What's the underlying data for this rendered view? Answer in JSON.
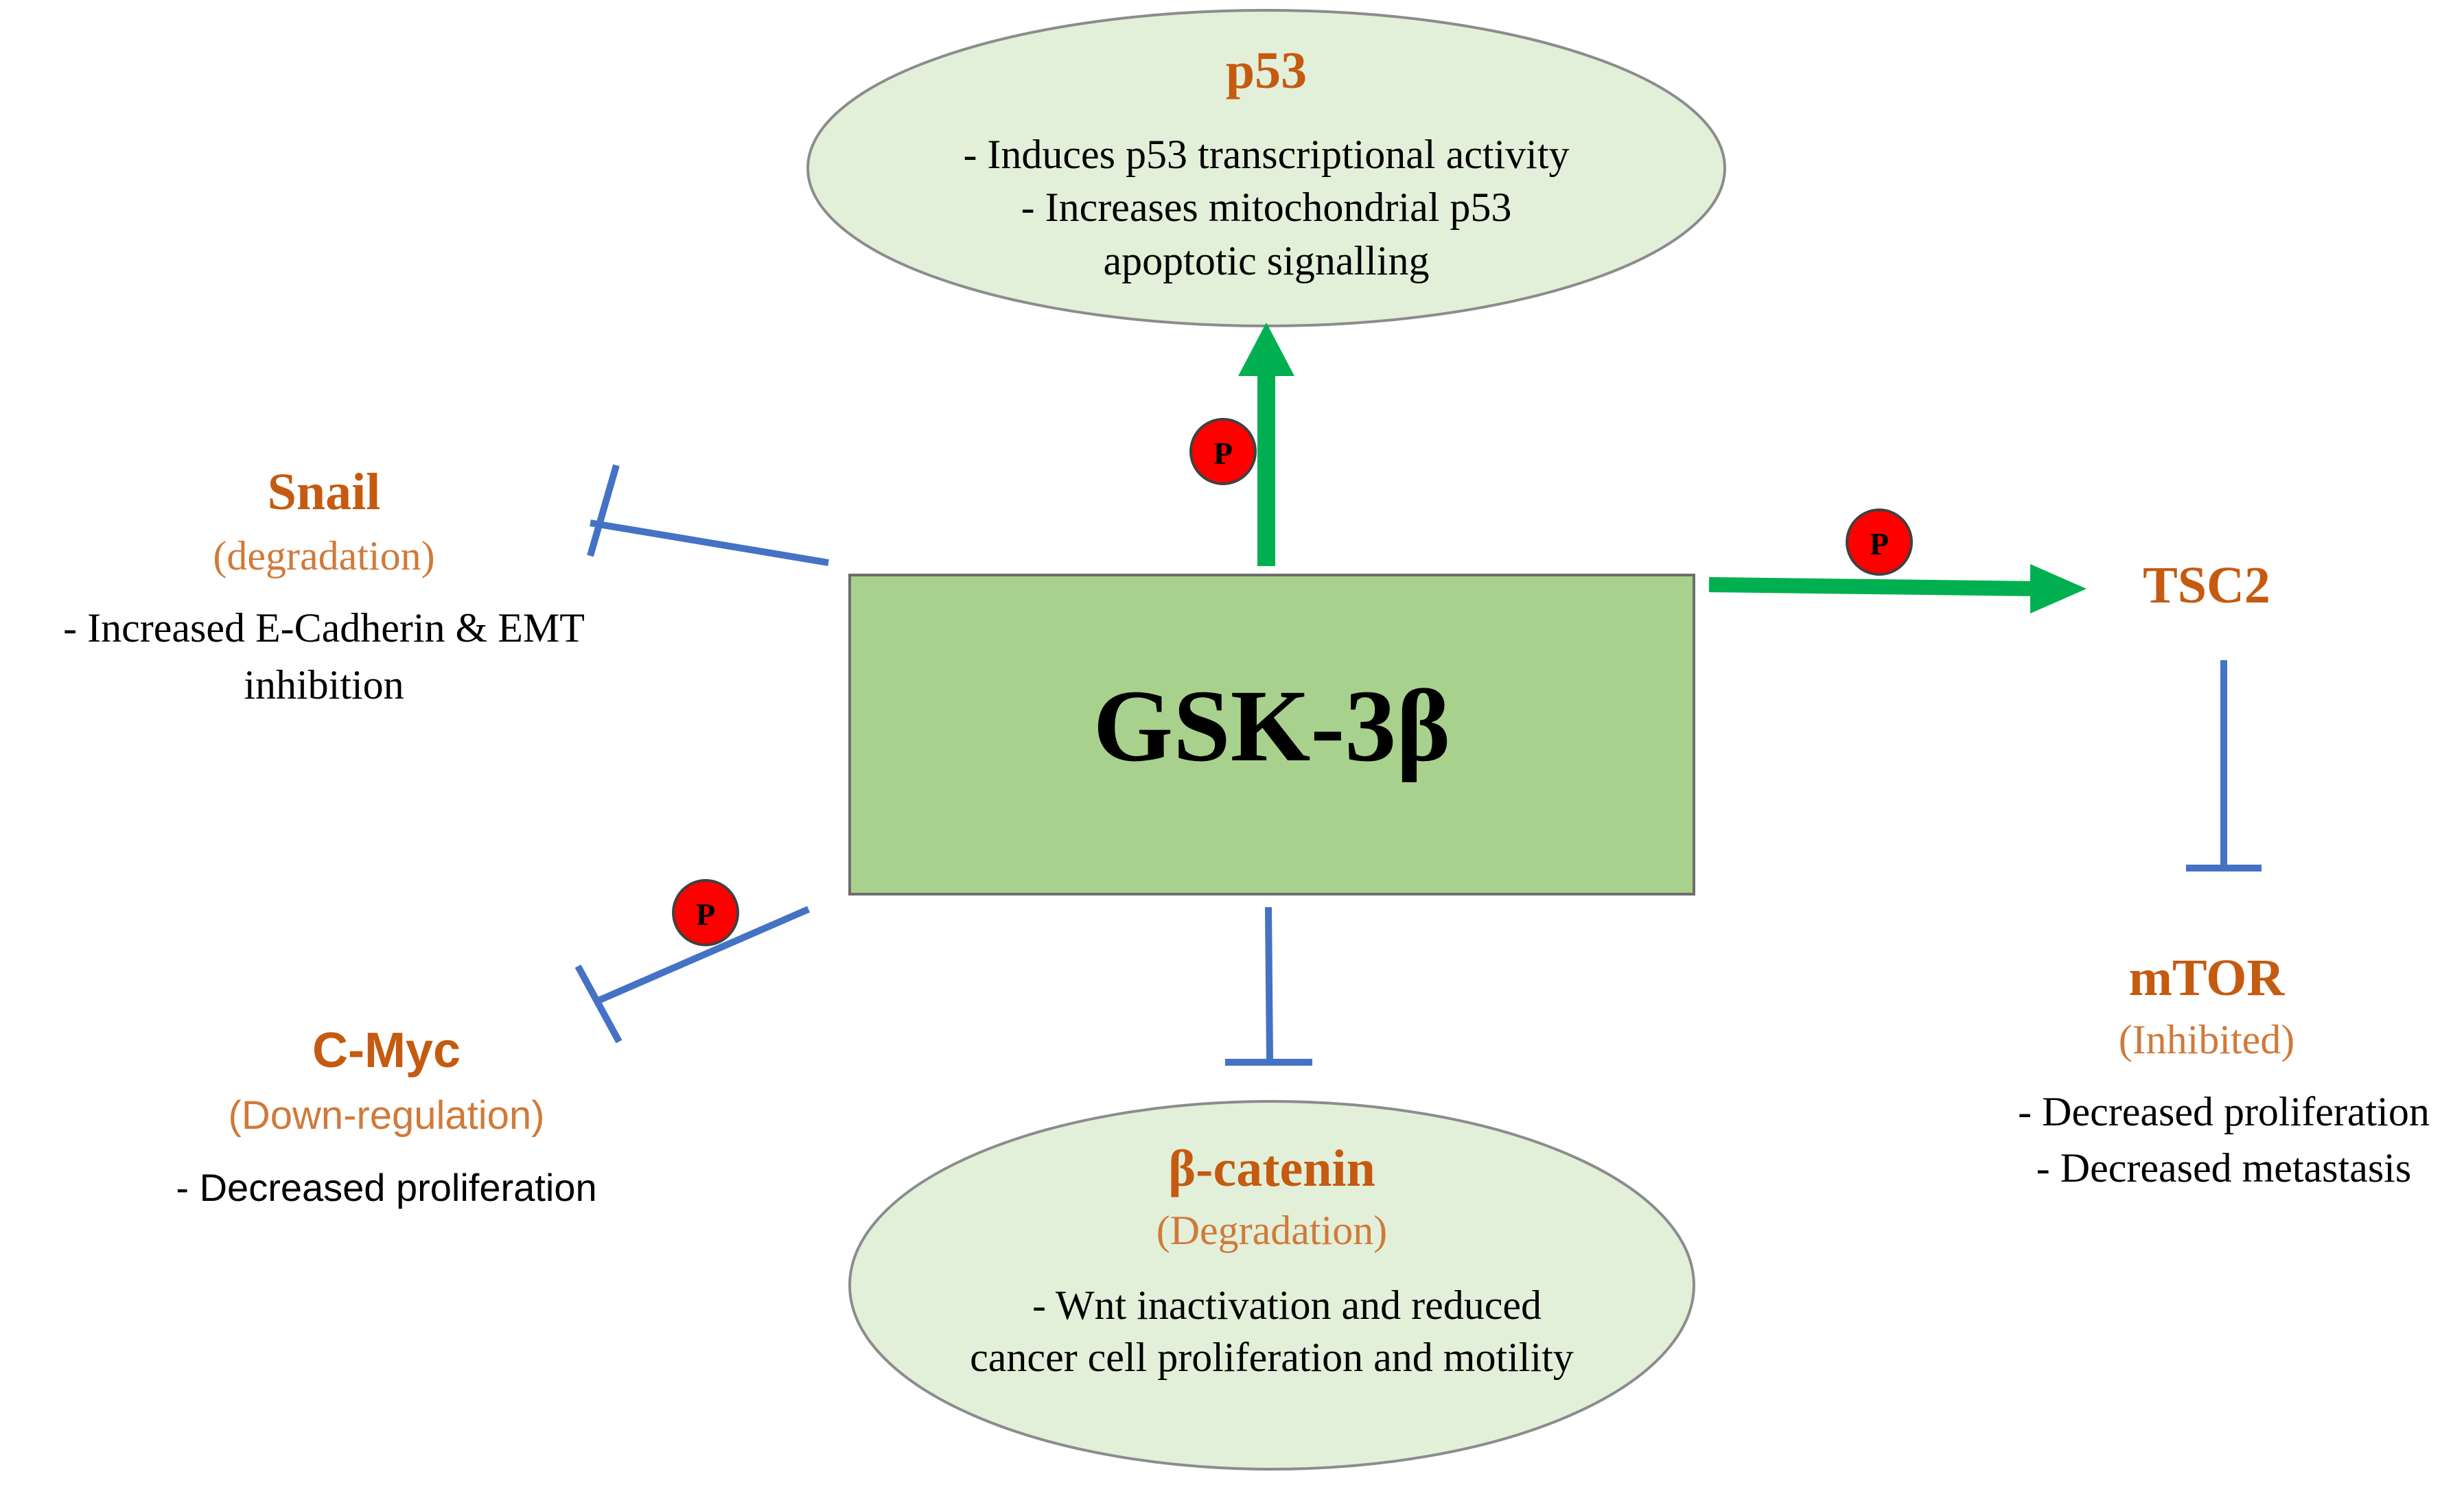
{
  "center": {
    "label": "GSK-3β"
  },
  "phospho_label": "P",
  "p53": {
    "title": "p53",
    "lines": [
      "- Induces p53 transcriptional activity",
      "- Increases mitochondrial p53",
      "apoptotic signalling"
    ]
  },
  "snail": {
    "title": "Snail",
    "subtitle": "(degradation)",
    "lines": [
      "- Increased E-Cadherin & EMT",
      "inhibition"
    ]
  },
  "tsc2": {
    "title": "TSC2"
  },
  "mtor": {
    "title": "mTOR",
    "subtitle": "(Inhibited)",
    "lines": [
      "- Decreased proliferation",
      "- Decreased metastasis"
    ]
  },
  "cmyc": {
    "title": "C-Myc",
    "subtitle": "(Down-regulation)",
    "lines": [
      "- Decreased proliferation"
    ]
  },
  "bcatenin": {
    "title": "β-catenin",
    "subtitle": "(Degradation)",
    "lines": [
      "- Wnt inactivation and reduced",
      "cancer cell proliferation and motility"
    ]
  },
  "colors": {
    "title_orange": "#c55a11",
    "subtitle_orange": "#d07a3a",
    "box_fill": "#a9d18e",
    "ellipse_fill": "#e2f0d9",
    "activation_green": "#00b050",
    "inhibition_blue": "#4472c4",
    "phospho_red": "#ff0000"
  }
}
